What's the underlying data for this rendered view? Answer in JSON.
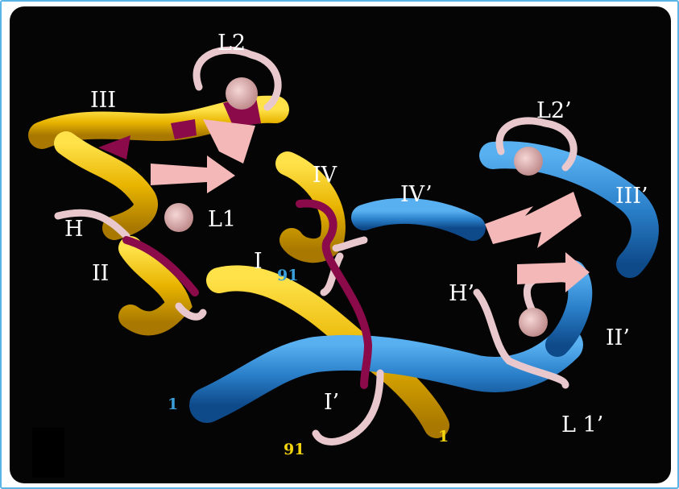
{
  "figure": {
    "labels": {
      "L2": "L2",
      "III": "III",
      "IV": "IV",
      "L1": "L1",
      "H": "H",
      "I": "I",
      "II": "II",
      "L2p": "L2’",
      "IVp": "IV’",
      "IIIp": "III’",
      "Hp": "H’",
      "IIp": "II’",
      "Ip": "I’",
      "L1p": "L 1’"
    },
    "termini": {
      "n91_blue": "91",
      "n1_blue": "1",
      "n91_yellow": "91",
      "n1_yellow": "1"
    },
    "colors": {
      "chain_A": "#f2c40c",
      "chain_B": "#2a7fc9",
      "loop": "#e8c8cc",
      "highlight": "#8a0a4a",
      "sheet": "#f4b8b8",
      "label_blue": "#3a9fd8",
      "label_yellow": "#f2d40f"
    }
  }
}
